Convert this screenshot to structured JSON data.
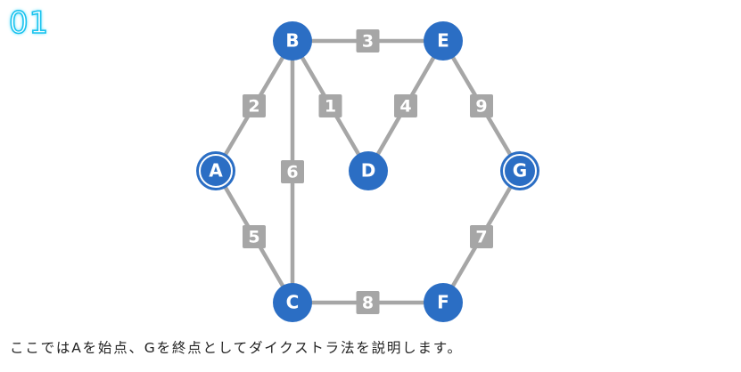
{
  "step_label": "01",
  "caption": "ここではAを始点、Gを終点としてダイクストラ法を説明します。",
  "colors": {
    "node_fill": "#2b6ec4",
    "node_text": "#ffffff",
    "edge": "#a6a6a6",
    "weight_box": "#a6a6a6",
    "weight_text": "#ffffff",
    "step_outline": "#1ac3ee"
  },
  "graph": {
    "nodes": [
      {
        "id": "A",
        "label": "A",
        "role": "start"
      },
      {
        "id": "B",
        "label": "B",
        "role": "normal"
      },
      {
        "id": "C",
        "label": "C",
        "role": "normal"
      },
      {
        "id": "D",
        "label": "D",
        "role": "normal"
      },
      {
        "id": "E",
        "label": "E",
        "role": "normal"
      },
      {
        "id": "F",
        "label": "F",
        "role": "normal"
      },
      {
        "id": "G",
        "label": "G",
        "role": "goal"
      }
    ],
    "edges": [
      {
        "from": "A",
        "to": "B",
        "weight": "2"
      },
      {
        "from": "A",
        "to": "C",
        "weight": "5"
      },
      {
        "from": "B",
        "to": "C",
        "weight": "6"
      },
      {
        "from": "B",
        "to": "D",
        "weight": "1"
      },
      {
        "from": "B",
        "to": "E",
        "weight": "3"
      },
      {
        "from": "D",
        "to": "E",
        "weight": "4"
      },
      {
        "from": "E",
        "to": "G",
        "weight": "9"
      },
      {
        "from": "C",
        "to": "F",
        "weight": "8"
      },
      {
        "from": "F",
        "to": "G",
        "weight": "7"
      }
    ]
  }
}
